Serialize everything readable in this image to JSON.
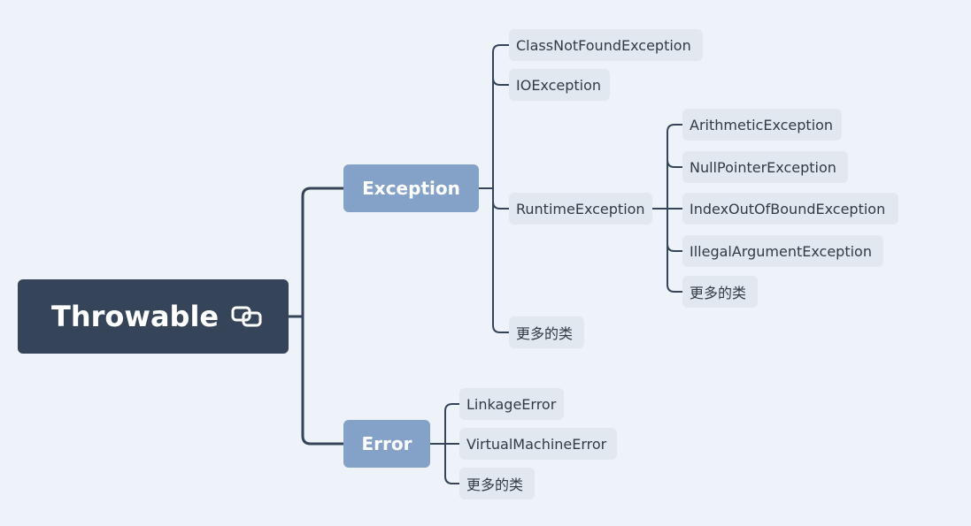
{
  "root": {
    "label": "Throwable",
    "icon": "link-icon"
  },
  "exception": {
    "label": "Exception",
    "children": {
      "class_not_found": "ClassNotFoundException",
      "io": "IOException",
      "more": "更多的类"
    },
    "runtime": {
      "label": "RuntimeException",
      "children": {
        "arithmetic": "ArithmeticException",
        "null_pointer": "NullPointerException",
        "index_out_of_bound": "IndexOutOfBoundException",
        "illegal_argument": "IllegalArgumentException",
        "more": "更多的类"
      }
    }
  },
  "error": {
    "label": "Error",
    "children": {
      "linkage": "LinkageError",
      "virtual_machine": "VirtualMachineError",
      "more": "更多的类"
    }
  },
  "colors": {
    "background": "#edf3f9",
    "root_fill": "#354459",
    "main_fill": "#84a1c7",
    "leaf_fill": "#e1e8f0",
    "connector": "#354459"
  }
}
